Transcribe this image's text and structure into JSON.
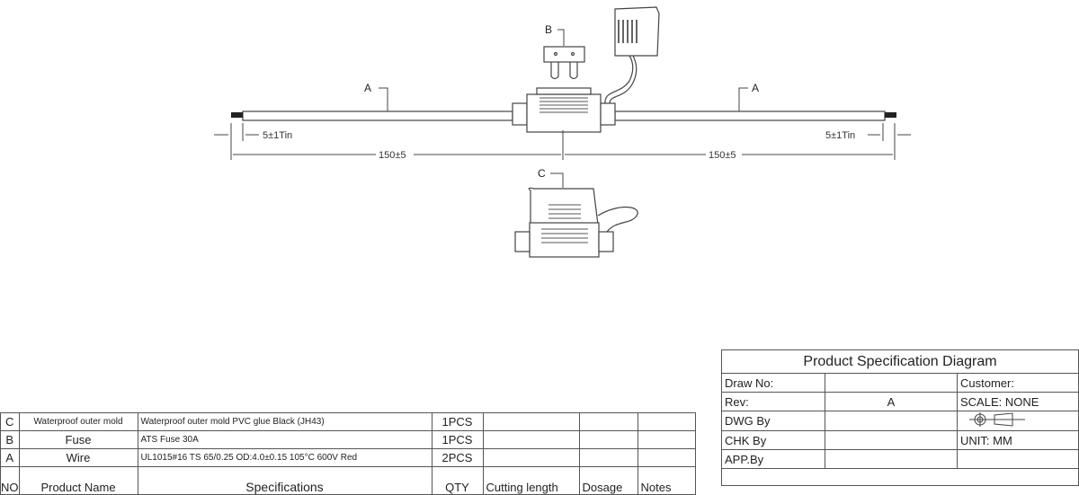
{
  "drawing": {
    "callouts": {
      "a_left": "A",
      "a_right": "A",
      "b": "B",
      "c": "C"
    },
    "dimensions": {
      "strip_left": "5±1Tin",
      "strip_right": "5±1Tin",
      "length_left": "150±5",
      "length_right": "150±5"
    }
  },
  "bom": {
    "rows": [
      {
        "no": "C",
        "name": "Waterproof outer mold",
        "spec": "Waterproof outer mold PVC glue Black (JH43)",
        "qty": "1PCS",
        "cutting": "",
        "dosage": "",
        "notes": ""
      },
      {
        "no": "B",
        "name": "Fuse",
        "spec": "ATS Fuse 30A",
        "qty": "1PCS",
        "cutting": "",
        "dosage": "",
        "notes": ""
      },
      {
        "no": "A",
        "name": "Wire",
        "spec": "UL1015#16 TS 65/0.25 OD:4.0±0.15 105°C 600V Red",
        "qty": "2PCS",
        "cutting": "",
        "dosage": "",
        "notes": ""
      }
    ],
    "header": {
      "no": "NO",
      "name": "Product Name",
      "spec": "Specifications",
      "qty": "QTY",
      "cutting": "Cutting length",
      "dosage": "Dosage",
      "notes": "Notes"
    }
  },
  "title_block": {
    "title": "Product Specification Diagram",
    "draw_no_label": "Draw No:",
    "draw_no_value": "",
    "customer_label": "Customer:",
    "rev_label": "Rev:",
    "rev_value": "A",
    "scale": "SCALE: NONE",
    "dwg_by_label": "DWG By",
    "chk_by_label": "CHK By",
    "unit": "UNIT:  MM",
    "app_by_label": "APP.By",
    "projection_icon": "third-angle-projection-icon"
  }
}
